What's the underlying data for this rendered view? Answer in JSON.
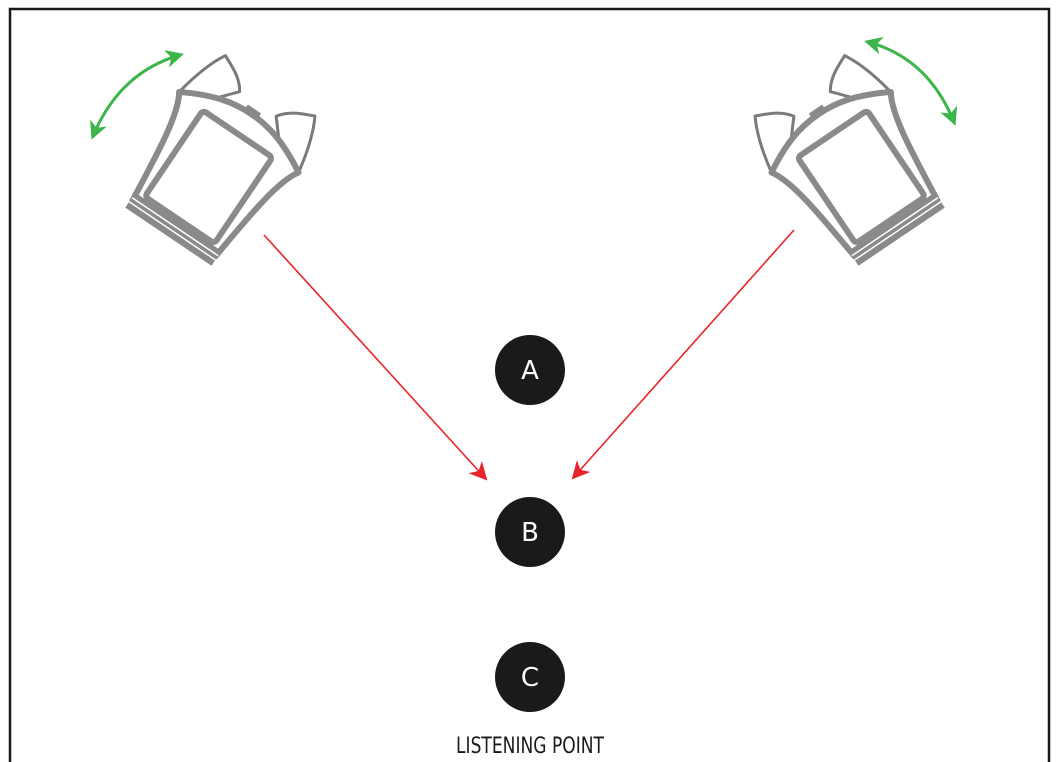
{
  "colors": {
    "frame": "#1a1a1a",
    "speaker_body": "#8c8c8c",
    "speaker_outline": "#6e6e6e",
    "speaker_face": "#ffffff",
    "direction_arrow": "#e8232a",
    "rotate_arrow": "#3cb54a",
    "marker_fill": "#1a1a1a",
    "marker_text": "#ffffff"
  },
  "icons": {
    "left_speaker": "speaker-icon",
    "right_speaker": "speaker-icon",
    "rotate_indicator": "curved-double-arrow-icon",
    "aim_indicator": "arrow-icon"
  },
  "markers": [
    {
      "id": "a",
      "letter": "A"
    },
    {
      "id": "b",
      "letter": "B"
    },
    {
      "id": "c",
      "letter": "C"
    }
  ],
  "listening_point": {
    "label": "LISTENING POINT"
  }
}
